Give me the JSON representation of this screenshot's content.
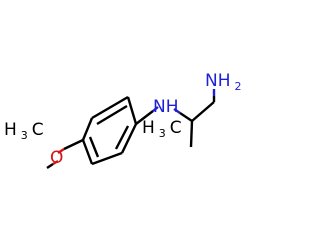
{
  "molecule": {
    "atoms": {
      "amine_n": "NH",
      "terminal_n": "NH",
      "terminal_n_sub": "2",
      "ether_o": "O",
      "methoxy_c": "H",
      "methoxy_c_sub": "3",
      "methoxy_c_tail": "C",
      "methyl_c": "H",
      "methyl_c_sub": "3",
      "methyl_c_tail": "C"
    },
    "colors": {
      "nitrogen": "#1f1fd6",
      "oxygen": "#d41414",
      "carbon": "#000000"
    }
  }
}
